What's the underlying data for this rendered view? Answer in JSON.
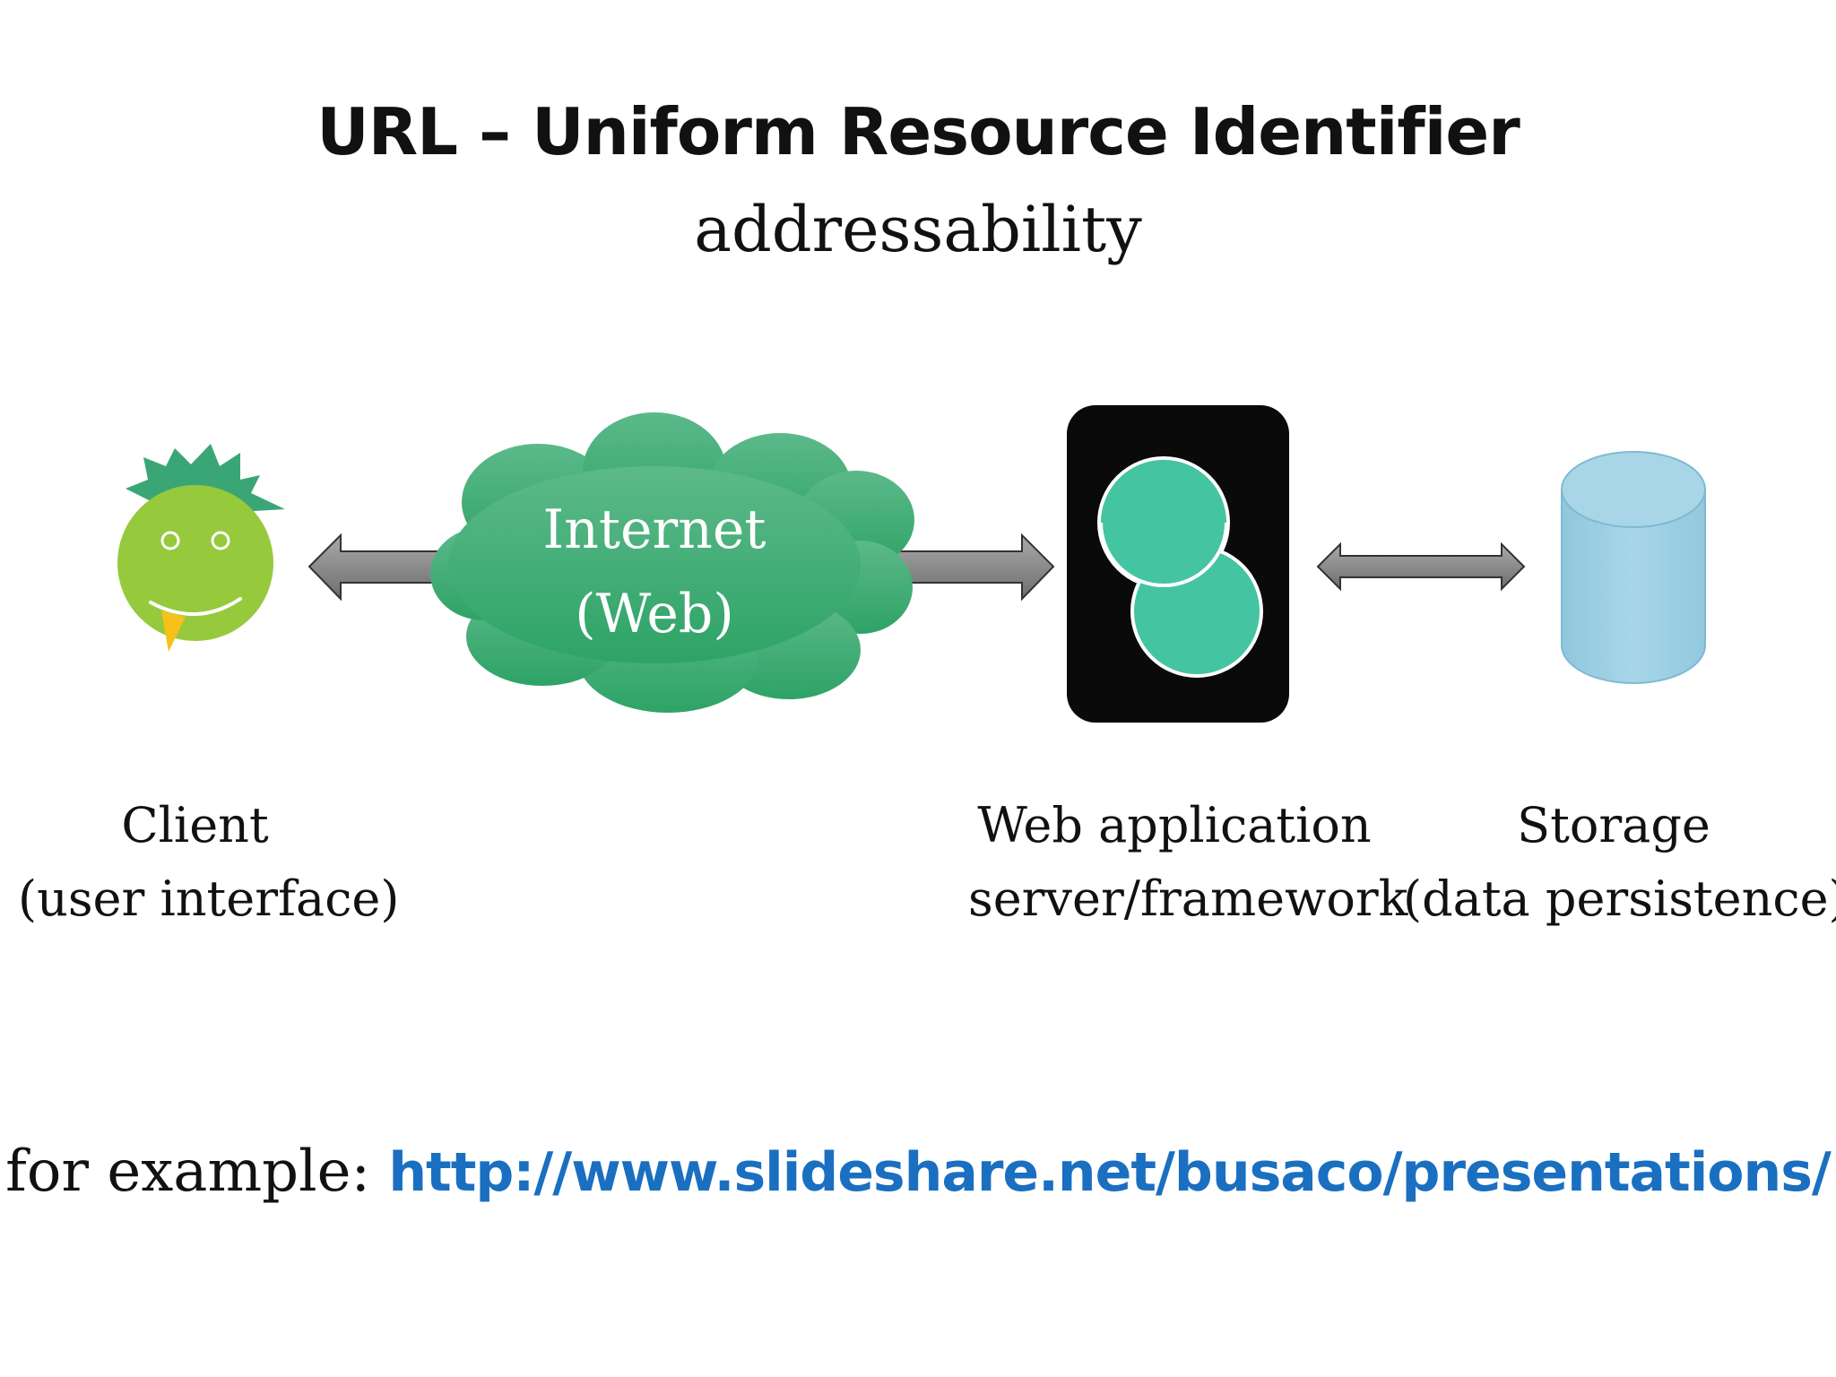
{
  "title": "URL – Uniform Resource Identifier",
  "subtitle": "addressability",
  "nodes": {
    "client": {
      "line1": "Client",
      "line2": "(user interface)"
    },
    "internet": {
      "line1": "Internet",
      "line2": "(Web)"
    },
    "webapp": {
      "line1": "Web application",
      "line2": "server/framework"
    },
    "storage": {
      "line1": "Storage",
      "line2": "(data persistence)"
    }
  },
  "example": {
    "prefix": "for example:",
    "url": "http://www.slideshare.net/busaco/presentations/"
  },
  "colors": {
    "client_face": "#97c93d",
    "client_hair": "#3aa675",
    "cloud": "#3aaa6e",
    "server_box": "#0a0a0a",
    "server_circles": "#45c4a2",
    "storage_cylinder": "#9fd0e2",
    "arrow_fill": "#808080",
    "link": "#1a6fc0"
  },
  "icons": {
    "client": "smiley-face-icon",
    "internet": "cloud-icon",
    "webapp": "server-app-icon",
    "storage": "database-cylinder-icon"
  }
}
